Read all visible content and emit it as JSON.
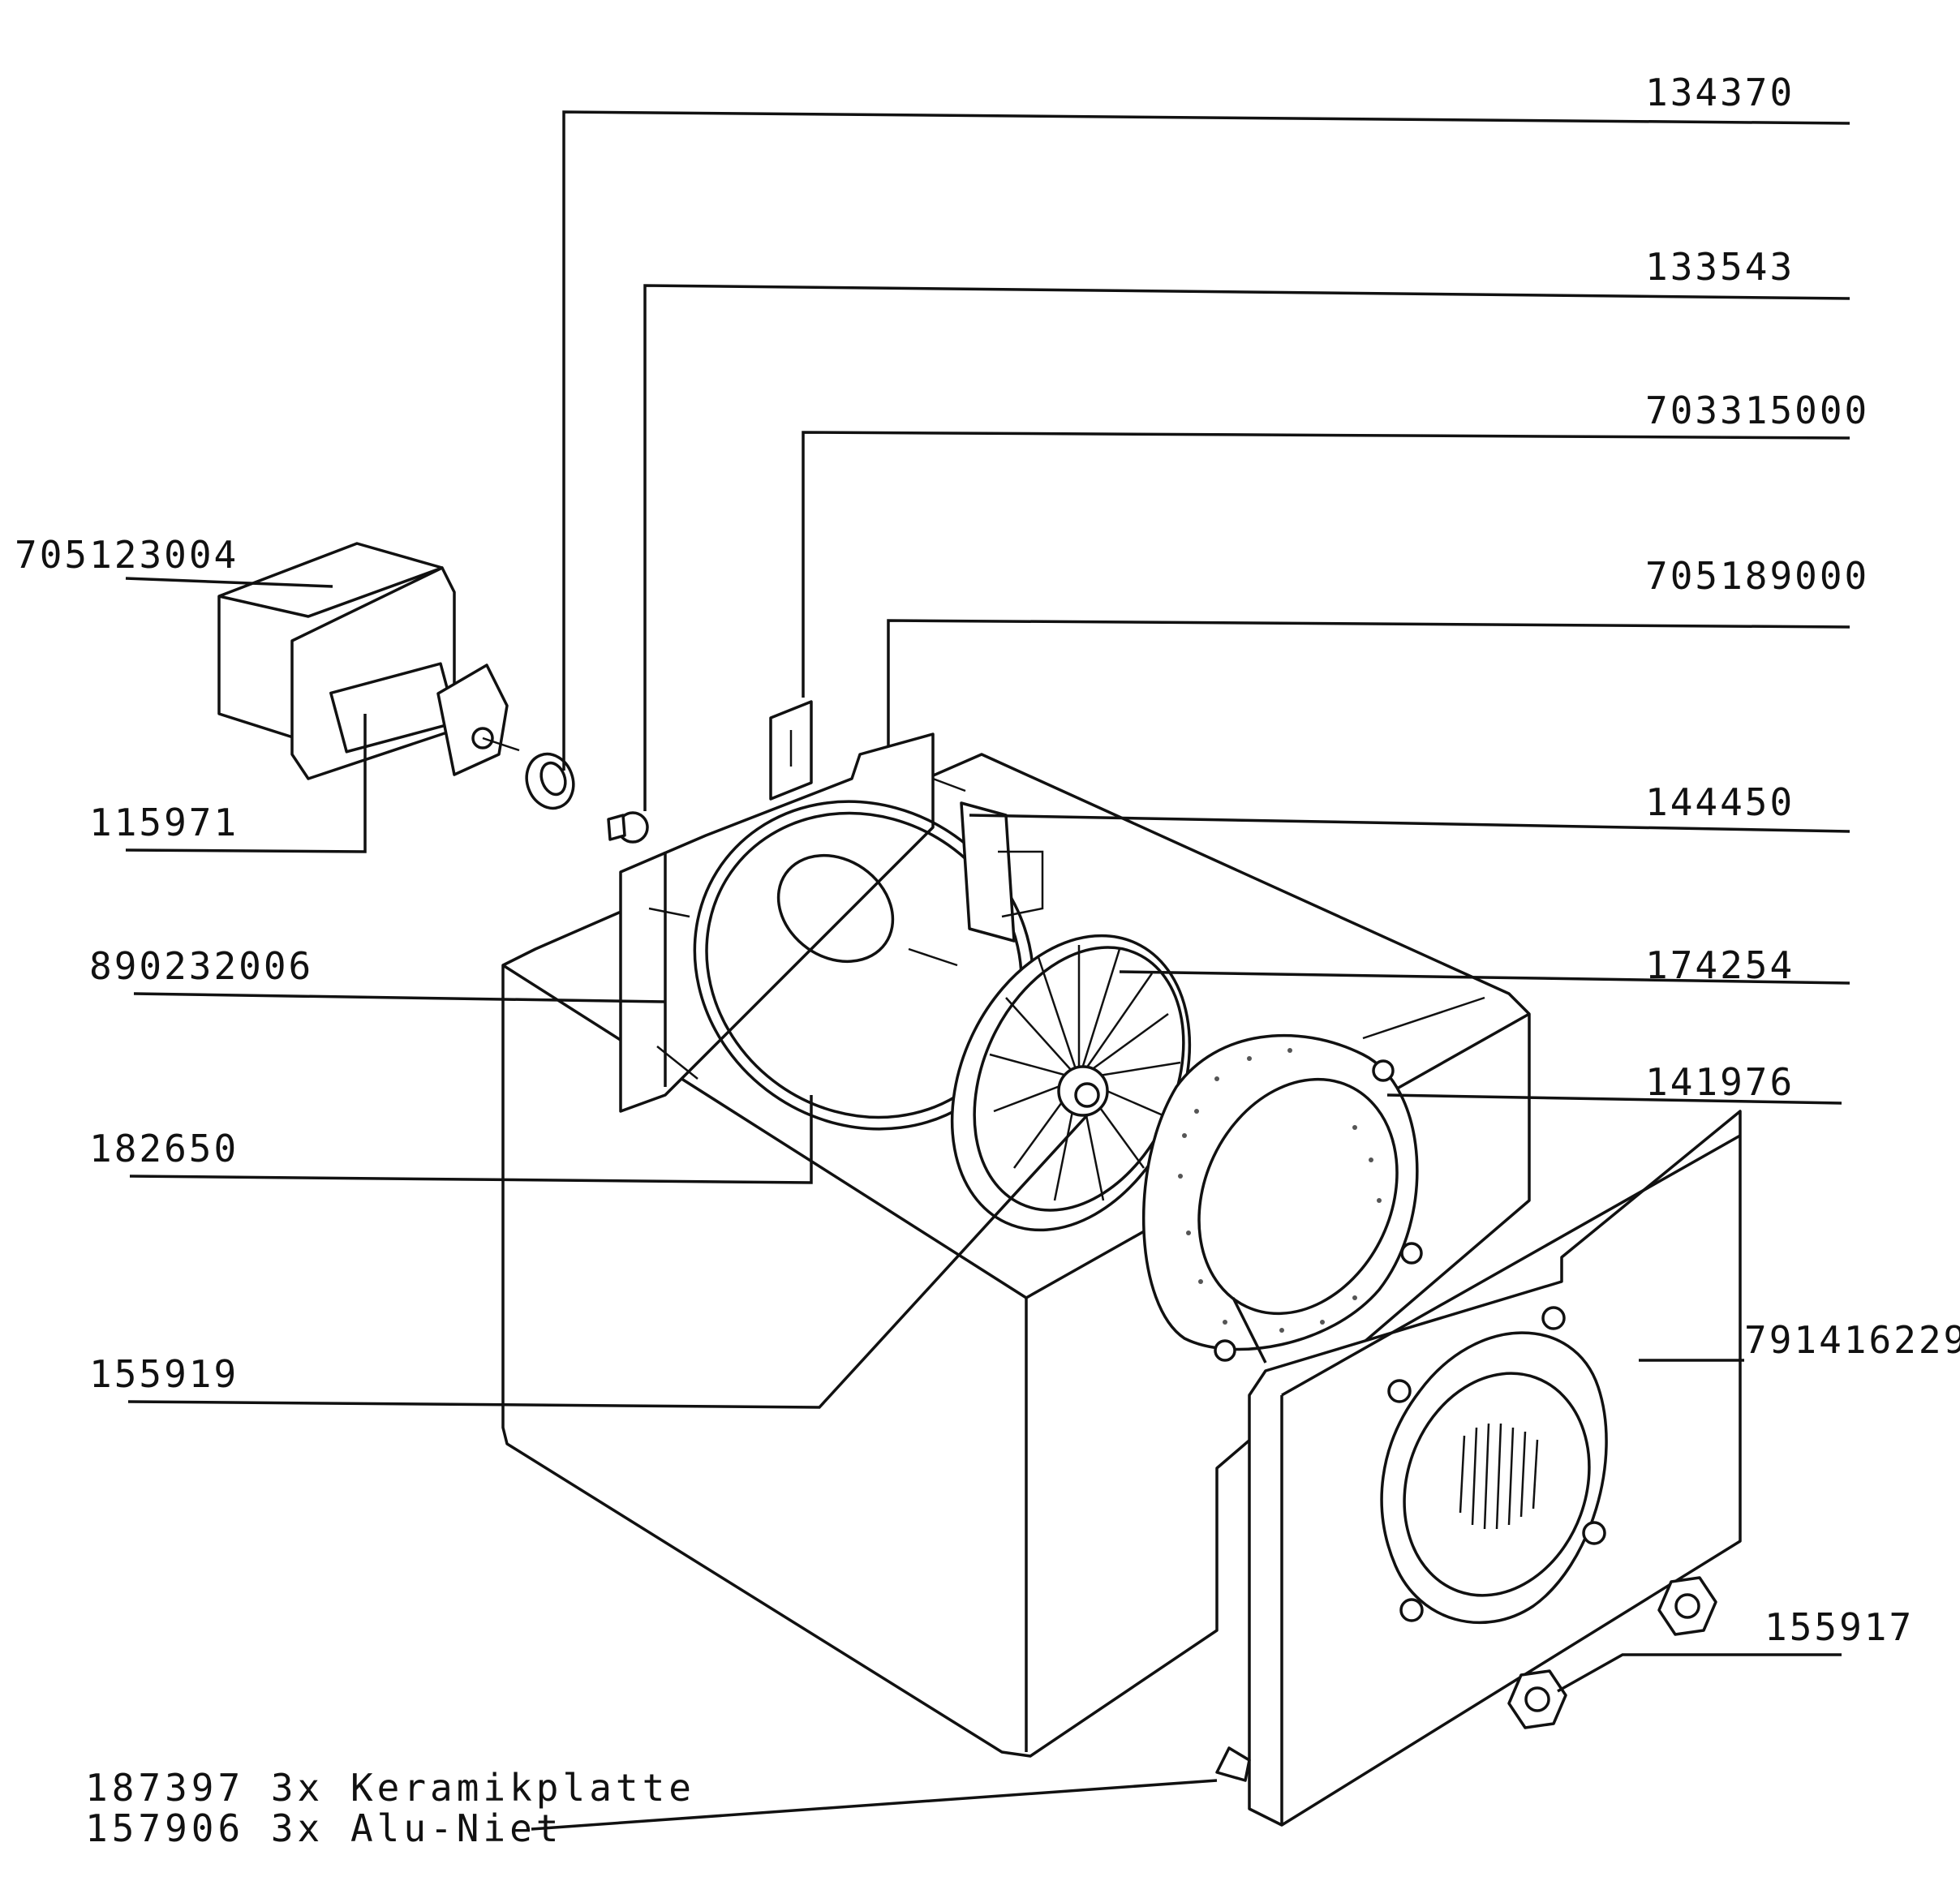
{
  "labels": {
    "p134370": "134370",
    "p133543": "133543",
    "p703315000": "703315000",
    "p705189000": "705189000",
    "p144450": "144450",
    "p174254": "174254",
    "p141976": "141976",
    "p791416229": "791416229",
    "p155917": "155917",
    "p705123004": "705123004",
    "p115971": "115971",
    "p890232006": "890232006",
    "p182650": "182650",
    "p155919": "155919"
  },
  "notes": {
    "line1": "187397 3x Keramikplatte",
    "line2": "157906 3x Alu-Niet"
  }
}
